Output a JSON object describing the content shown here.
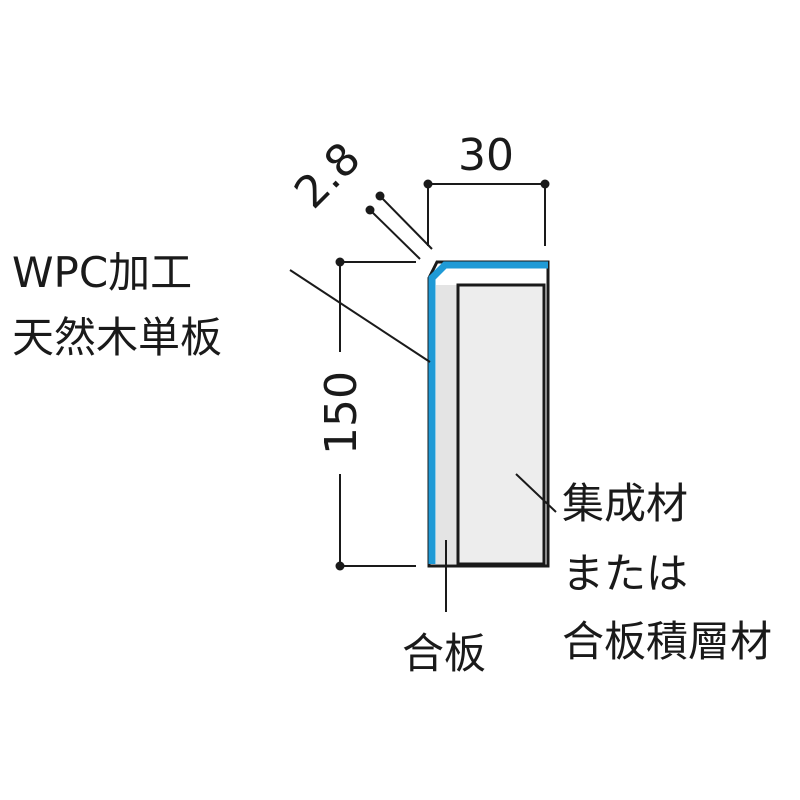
{
  "dimensions": {
    "width": "30",
    "thickness": "2.8",
    "height": "150"
  },
  "labels": {
    "veneer_line1": "WPC加工",
    "veneer_line2": "天然木単板",
    "core_line1": "集成材",
    "core_line2": "または",
    "core_line3": "合板積層材",
    "plywood": "合板"
  },
  "colors": {
    "veneer": "#1f9ad6",
    "core": "#ededed",
    "plywood_strip": "#e4e4e4",
    "outline": "#1a1a1a"
  }
}
